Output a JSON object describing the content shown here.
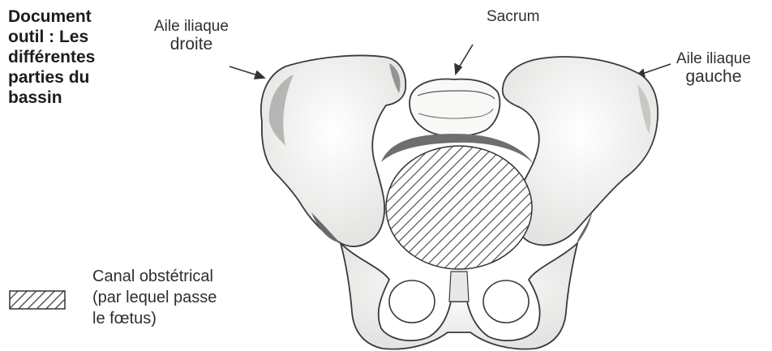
{
  "title": {
    "lines": [
      "Document",
      "outil : Les",
      "différentes",
      "parties du",
      "bassin"
    ]
  },
  "labels": {
    "aile_droite": [
      "Aile iliaque",
      "droite"
    ],
    "sacrum": "Sacrum",
    "aile_gauche": [
      "Aile iliaque",
      "gauche"
    ]
  },
  "legend": {
    "lines": [
      "Canal obstétrical",
      "(par lequel passe",
      "le fœtus)"
    ],
    "swatch": "hatch-pattern"
  },
  "colors": {
    "outline": "#3a3a3a",
    "bone_fill": "#f6f6f4",
    "shade": "#9a9a98",
    "hatch": "#444444"
  }
}
